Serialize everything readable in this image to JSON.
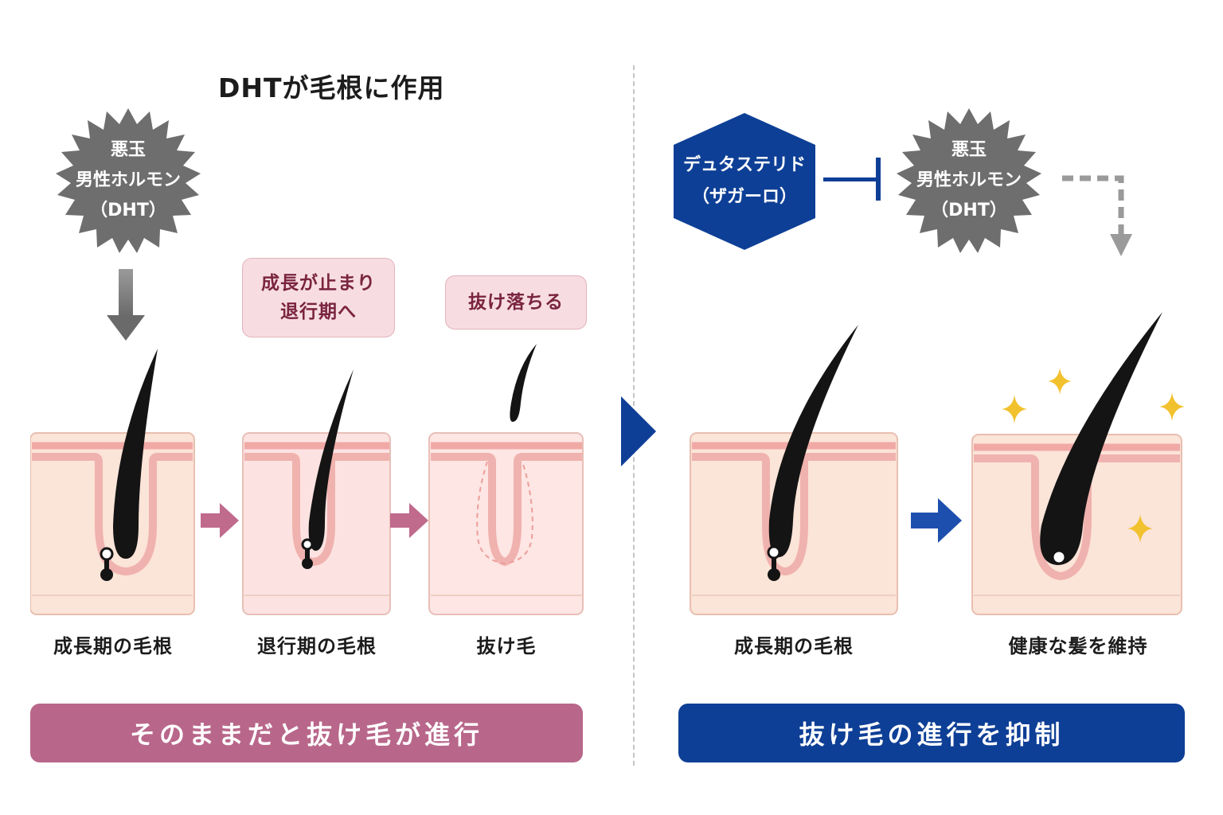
{
  "title": "DHTが毛根に作用",
  "dht_burst_left": {
    "line1": "悪玉",
    "line2": "男性ホルモン",
    "line3": "（DHT）"
  },
  "dht_burst_right": {
    "line1": "悪玉",
    "line2": "男性ホルモン",
    "line3": "（DHT）"
  },
  "callouts": {
    "stop_growth": {
      "line1": "成長が止まり",
      "line2": "退行期へ"
    },
    "falls_out": {
      "line1": "抜け落ちる"
    }
  },
  "drug": {
    "line1": "デュタステリド",
    "line2": "（ザガーロ）"
  },
  "captions": {
    "anagen_left": "成長期の毛根",
    "catagen": "退行期の毛根",
    "hair_loss": "抜け毛",
    "anagen_right": "成長期の毛根",
    "healthy": "健康な髪を維持"
  },
  "banners": {
    "left": "そのままだと抜け毛が進行",
    "right": "抜け毛の進行を抑制"
  },
  "colors": {
    "burst": "#6e6e6e",
    "pink_arrow": "#c06a8c",
    "blue": "#0e3f96",
    "skin": "#fbe4d8",
    "hair": "#141414",
    "sparkle": "#f2c12e"
  }
}
